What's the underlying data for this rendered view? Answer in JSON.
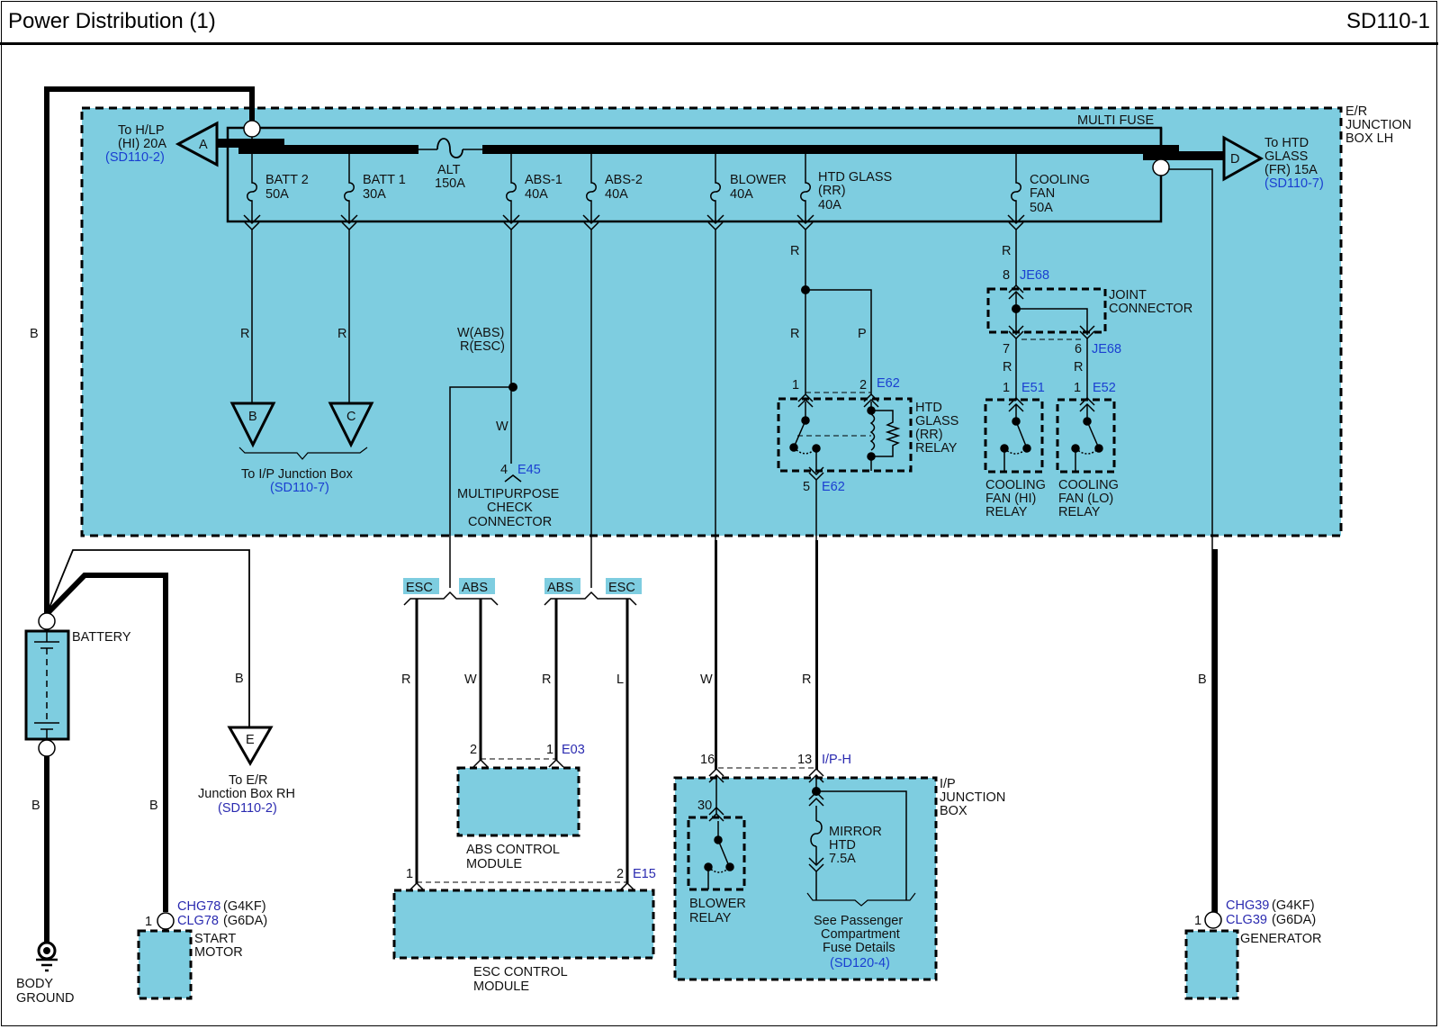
{
  "header": {
    "title": "Power Distribution (1)",
    "page_id": "SD110-1"
  },
  "colors": {
    "component_fill": "#7ecde0",
    "reference_link": "#1a3fd1",
    "wire": "#000000"
  },
  "er_junction_box": {
    "label_lines": [
      "E/R",
      "JUNCTION",
      "BOX LH"
    ],
    "multi_fuse_label": "MULTI FUSE",
    "alt_fuse": {
      "name": "ALT",
      "rating": "150A"
    },
    "fuses": [
      {
        "name_lines": [
          "BATT 2"
        ],
        "rating": "50A"
      },
      {
        "name_lines": [
          "BATT 1"
        ],
        "rating": "30A"
      },
      {
        "name_lines": [
          "ABS-1"
        ],
        "rating": "40A"
      },
      {
        "name_lines": [
          "ABS-2"
        ],
        "rating": "40A"
      },
      {
        "name_lines": [
          "BLOWER"
        ],
        "rating": "40A"
      },
      {
        "name_lines": [
          "HTD GLASS",
          "(RR)"
        ],
        "rating": "40A"
      },
      {
        "name_lines": [
          "COOLING",
          "FAN"
        ],
        "rating": "50A"
      }
    ],
    "connector_a": {
      "letter": "A",
      "lines": [
        "To H/LP",
        "(HI) 20A"
      ],
      "ref": "(SD110-2)"
    },
    "connector_d": {
      "letter": "D",
      "lines": [
        "To HTD",
        "GLASS",
        "(FR) 15A"
      ],
      "ref": "(SD110-7)"
    },
    "connector_b": {
      "letter": "B"
    },
    "connector_c": {
      "letter": "C"
    },
    "bc_caption": {
      "text": "To I/P Junction Box",
      "ref": "(SD110-7)"
    },
    "abs_wire_colors": [
      "W(ABS)",
      "R(ESC)"
    ],
    "multipurpose": {
      "pin": "4",
      "conn": "E45",
      "lines": [
        "MULTIPURPOSE",
        "CHECK",
        "CONNECTOR"
      ],
      "wire": "W"
    },
    "htd_relay": {
      "lines": [
        "HTD",
        "GLASS",
        "(RR)",
        "RELAY"
      ],
      "pin1": "1",
      "pin2": "2",
      "pin5": "5",
      "conn_top": "E62",
      "conn_bottom": "E62",
      "wire_r": "R",
      "wire_p": "P"
    },
    "joint_connector": {
      "lines": [
        "JOINT",
        "CONNECTOR"
      ],
      "pin8": "8",
      "pin7": "7",
      "pin6": "6",
      "conn_top": "JE68",
      "conn_bottom": "JE68"
    },
    "cooling_hi": {
      "pin": "1",
      "conn": "E51",
      "lines": [
        "COOLING",
        "FAN (HI)",
        "RELAY"
      ]
    },
    "cooling_lo": {
      "pin": "1",
      "conn": "E52",
      "lines": [
        "COOLING",
        "FAN (LO)",
        "RELAY"
      ]
    }
  },
  "wire_colors": {
    "batt2": "R",
    "batt1": "R",
    "htd_feed": "R",
    "cool_feed": "R",
    "cool_hi": "R",
    "cool_lo": "R",
    "battery_main": "B",
    "battery_ground": "B",
    "starter": "B",
    "er_rh": "B",
    "generator": "B",
    "esc_1": "R",
    "abs_2": "W",
    "abs_1": "R",
    "esc_2": "L",
    "blower": "W",
    "ip_13": "R"
  },
  "split_tags": [
    "ESC",
    "ABS",
    "ABS",
    "ESC"
  ],
  "battery": {
    "label": "BATTERY"
  },
  "body_ground": {
    "lines": [
      "BODY",
      "GROUND"
    ]
  },
  "connector_e": {
    "letter": "E",
    "lines": [
      "To E/R",
      "Junction Box RH"
    ],
    "ref": "(SD110-2)"
  },
  "start_motor": {
    "pin": "1",
    "conn1": "CHG78",
    "eng1": "(G4KF)",
    "conn2": "CLG78",
    "eng2": "(G6DA)",
    "lines": [
      "START",
      "MOTOR"
    ]
  },
  "generator": {
    "pin": "1",
    "conn1": "CHG39",
    "eng1": "(G4KF)",
    "conn2": "CLG39",
    "eng2": "(G6DA)",
    "label": "GENERATOR"
  },
  "abs_module": {
    "pin2": "2",
    "pin1": "1",
    "conn": "E03",
    "lines": [
      "ABS CONTROL",
      "MODULE"
    ]
  },
  "esc_module": {
    "pin1": "1",
    "pin2": "2",
    "conn": "E15",
    "lines": [
      "ESC CONTROL",
      "MODULE"
    ]
  },
  "ip_junction_box": {
    "lines": [
      "I/P",
      "JUNCTION",
      "BOX"
    ],
    "pin16": "16",
    "pin13": "13",
    "conn": "I/P-H",
    "blower_relay": {
      "pin": "30",
      "lines": [
        "BLOWER",
        "RELAY"
      ]
    },
    "mirror_fuse": {
      "lines": [
        "MIRROR",
        "HTD"
      ],
      "rating": "7.5A"
    },
    "note_lines": [
      "See Passenger",
      "Compartment",
      "Fuse Details"
    ],
    "note_ref": "(SD120-4)"
  }
}
